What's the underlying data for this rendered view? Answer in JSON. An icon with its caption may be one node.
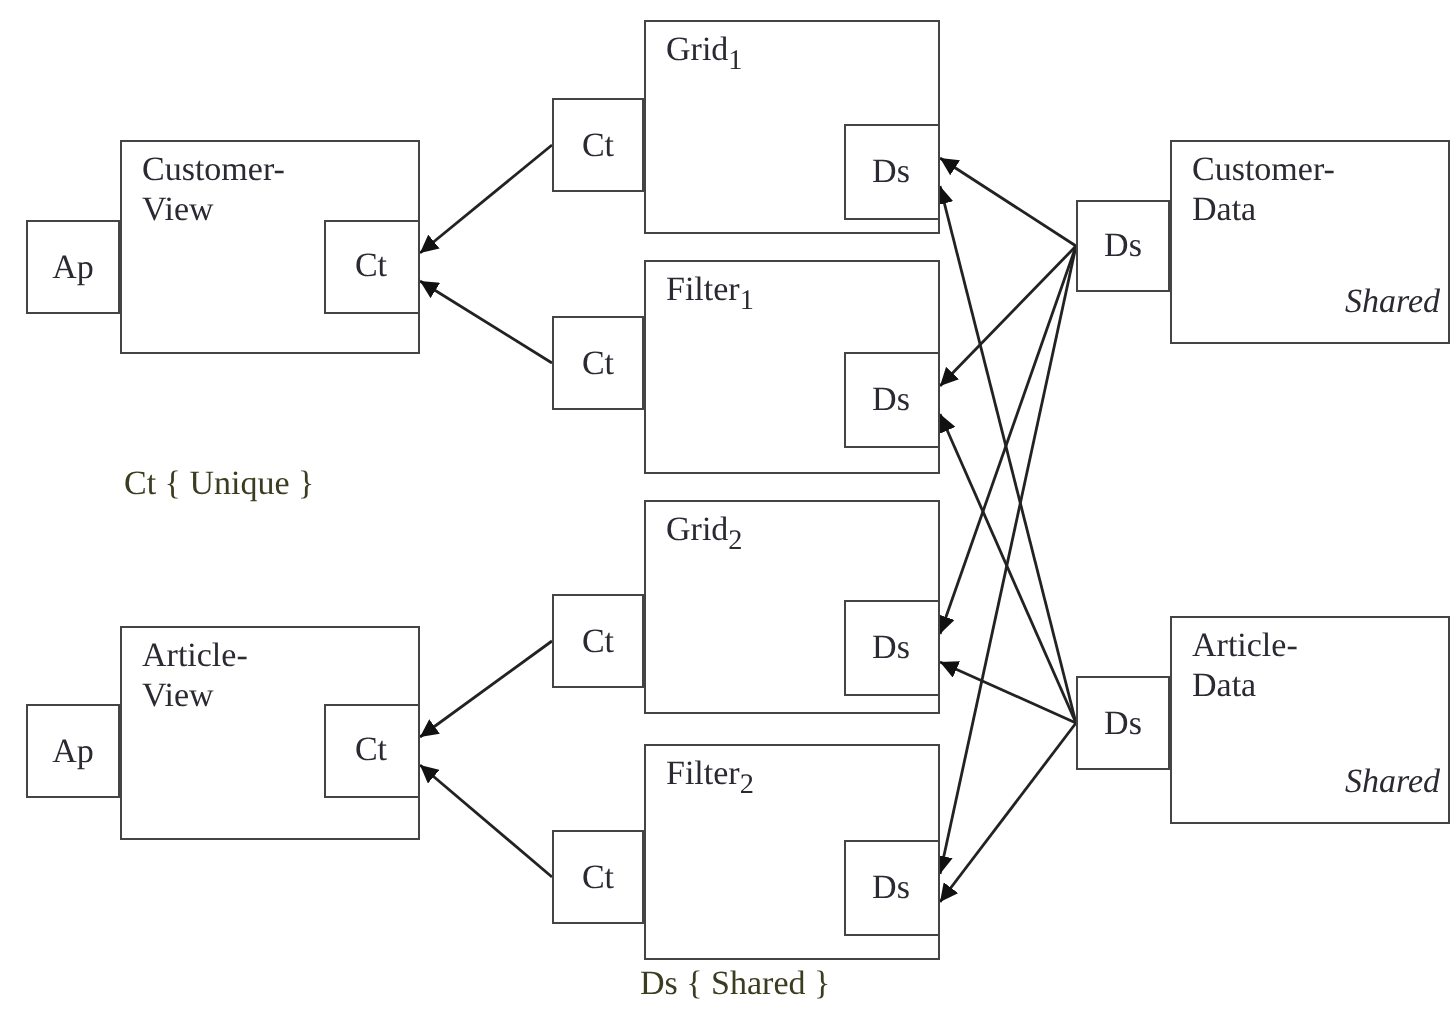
{
  "diagram": {
    "nodes": [
      {
        "text": [
          "Grid$_{1}$"
        ]
      },
      {
        "text": [
          "Ct"
        ]
      },
      {
        "text": [
          "Ds"
        ],
        "in": 0
      },
      {
        "text": [
          "Customer- View"
        ]
      },
      {
        "text": [
          "Ap"
        ]
      },
      {
        "text": [
          "Ct"
        ],
        "in": 3
      },
      {
        "text": [
          "Customer- Data",
          "Shared"
        ]
      },
      {
        "text": [
          "Ds"
        ]
      },
      {
        "text": [
          "Filter$_{1}$"
        ]
      },
      {
        "text": [
          "Ct"
        ]
      },
      {
        "text": [
          "Ds"
        ],
        "in": 8
      },
      {
        "text": [
          "Grid$_{2}$"
        ]
      },
      {
        "text": [
          "Ct"
        ]
      },
      {
        "text": [
          "Ds"
        ],
        "in": 11
      },
      {
        "text": [
          "Article- View"
        ]
      },
      {
        "text": [
          "Ap"
        ]
      },
      {
        "text": [
          "Ct"
        ],
        "in": 14
      },
      {
        "text": [
          "Article- Data",
          "Shared"
        ]
      },
      {
        "text": [
          "Ds"
        ]
      },
      {
        "text": [
          "Filter$_{2}$"
        ]
      },
      {
        "text": [
          "Ct"
        ]
      },
      {
        "text": [
          "Ds"
        ],
        "in": 19
      }
    ],
    "edges": [
      {
        "from": 1,
        "to": 5,
        "arrow": "to"
      },
      {
        "from": 9,
        "to": 5,
        "arrow": "to"
      },
      {
        "from": 12,
        "to": 16,
        "arrow": "to"
      },
      {
        "from": 20,
        "to": 16,
        "arrow": "to"
      },
      {
        "from": 7,
        "to": 2,
        "arrow": "to"
      },
      {
        "from": 7,
        "to": 10,
        "arrow": "to"
      },
      {
        "from": 7,
        "to": 13,
        "arrow": "to"
      },
      {
        "from": 7,
        "to": 21,
        "arrow": "to"
      },
      {
        "from": 18,
        "to": 2,
        "arrow": "to"
      },
      {
        "from": 18,
        "to": 10,
        "arrow": "to"
      },
      {
        "from": 18,
        "to": 13,
        "arrow": "to"
      },
      {
        "from": 18,
        "to": 21,
        "arrow": "to"
      }
    ],
    "labels": [
      "Ct { Unique }",
      "Ds { Shared }"
    ]
  }
}
